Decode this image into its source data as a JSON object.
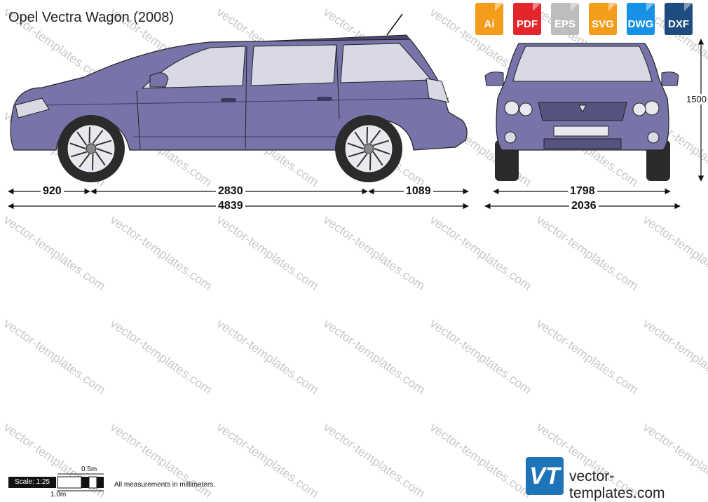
{
  "title": "Opel Vectra Wagon (2008)",
  "formats": [
    {
      "label": "Ai",
      "color": "#f49c1c"
    },
    {
      "label": "PDF",
      "color": "#e3262b"
    },
    {
      "label": "EPS",
      "color": "#bdbdbd"
    },
    {
      "label": "SVG",
      "color": "#f49c1c"
    },
    {
      "label": "DWG",
      "color": "#1592e6"
    },
    {
      "label": "DXF",
      "color": "#1e4b80"
    }
  ],
  "dimensions": {
    "front_overhang": "920",
    "wheelbase": "2830",
    "rear_overhang": "1089",
    "length": "4839",
    "track_width": "1798",
    "width": "2036",
    "height": "1500"
  },
  "scale": {
    "label": "Scale: 1:25",
    "half_meter": "0.5m",
    "one_meter": "1.0m"
  },
  "note": "All measurements in millimeters.",
  "watermark": "vector-templates.com",
  "brand": {
    "logo": "VT",
    "name": "vector-templates.com"
  },
  "colors": {
    "body": "#7674a8",
    "body_dark": "#3c3a60",
    "glass": "#d9d9e6",
    "tire": "#2b2b2b"
  }
}
